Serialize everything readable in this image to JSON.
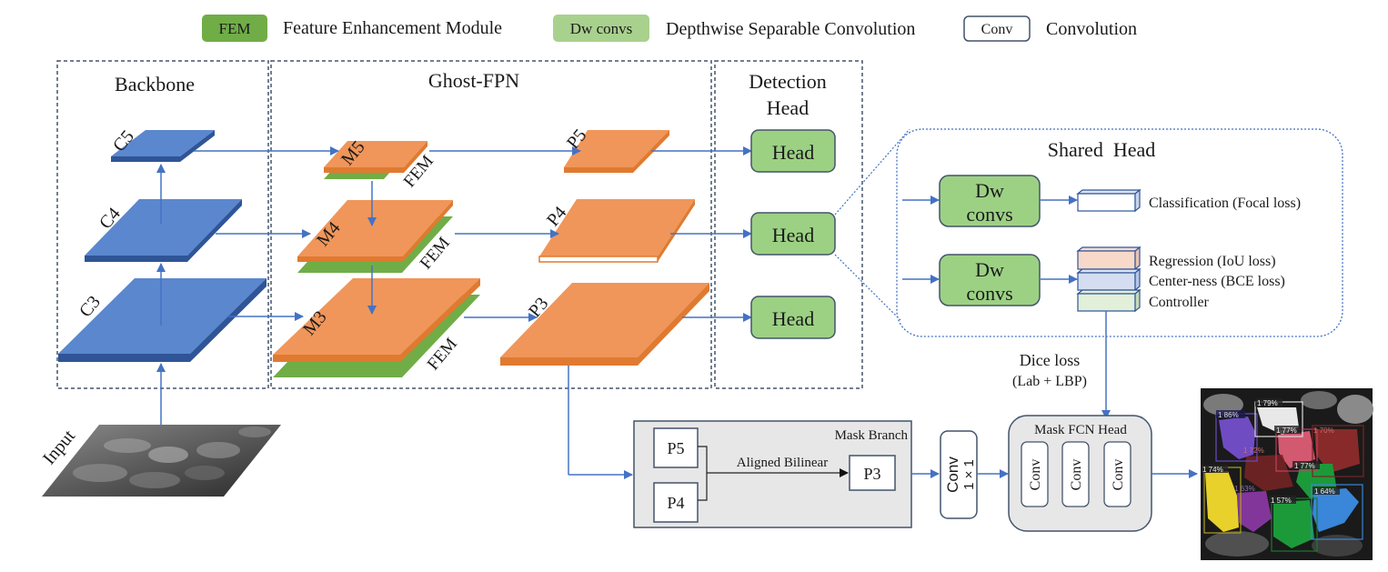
{
  "legend": {
    "fem_badge": "FEM",
    "fem_desc": "Feature Enhancement Module",
    "dw_badge": "Dw convs",
    "dw_desc": "Depthwise Separable Convolution",
    "conv_badge": "Conv",
    "conv_desc": "Convolution"
  },
  "sections": {
    "backbone": "Backbone",
    "ghost_fpn": "Ghost-FPN",
    "detection_line1": "Detection",
    "detection_line2": "Head"
  },
  "backbone": {
    "c5": "C5",
    "c4": "C4",
    "c3": "C3",
    "input": "Input"
  },
  "fpn": {
    "m5": "M5",
    "m4": "M4",
    "m3": "M3",
    "fem": "FEM",
    "p5": "P5",
    "p4": "P4",
    "p3": "P3"
  },
  "heads": [
    "Head",
    "Head",
    "Head"
  ],
  "shared_head": {
    "title": "Shared  Head",
    "dw_line1": "Dw",
    "dw_line2": "convs",
    "outputs": [
      "Classification (Focal loss)",
      "Regression (IoU loss)",
      "Center-ness (BCE loss)",
      "Controller"
    ]
  },
  "dice_loss": {
    "line1": "Dice loss",
    "line2": "(Lab + LBP)"
  },
  "mask_branch": {
    "title": "Mask Branch",
    "p5": "P5",
    "p4": "P4",
    "p3": "P3",
    "arrow_label": "Aligned Bilinear"
  },
  "conv1x1": {
    "line1": "Conv",
    "line2": "1 × 1"
  },
  "mask_fcn": {
    "title": "Mask FCN Head",
    "convs": [
      "Conv",
      "Conv",
      "Conv"
    ]
  },
  "result_labels": [
    "1 86%",
    "1 79%",
    "1 77%",
    "1 70%",
    "1 72%",
    "1 74%",
    "1 77%",
    "1 63%",
    "1 64%",
    "1 57%"
  ],
  "colors": {
    "blue": "#4472c4",
    "blue_fill": "#5b87cf",
    "blue_dark": "#2f5597",
    "orange": "#f0965a",
    "orange_dark": "#e07a30",
    "green_fem": "#70ad47",
    "green_light": "#a9d18e",
    "head_green": "#9cd184",
    "arrow": "#4472c4",
    "border": "#44546a"
  }
}
